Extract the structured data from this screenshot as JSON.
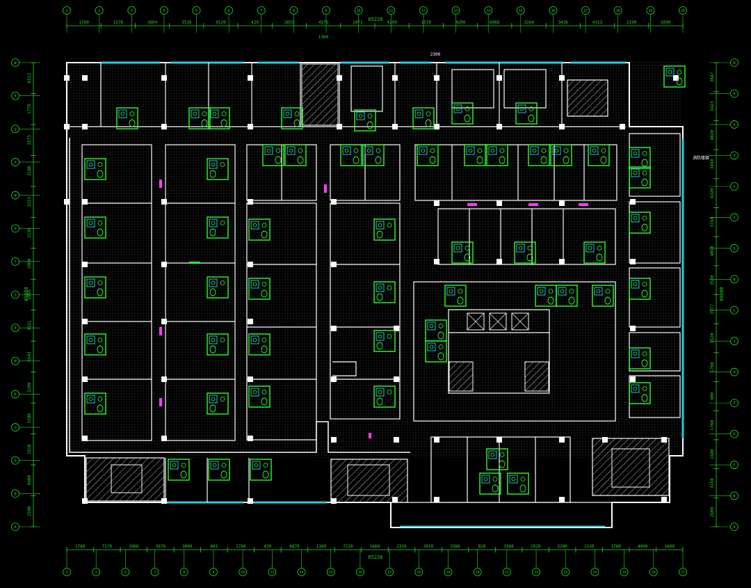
{
  "colors": {
    "background": "#000000",
    "wall": "#ffffff",
    "dimension": "#22d822",
    "grid_line": "#9a9a9a",
    "glass": "#19d3e6",
    "fixture": "#2fff2f",
    "fixture_alt": "#2fd0ff",
    "marker": "#ff3bff",
    "hatch": "#bfbfbf"
  },
  "top_axes": [
    "1",
    "2",
    "3",
    "4",
    "5",
    "6",
    "7",
    "8",
    "9",
    "10",
    "11",
    "12",
    "13",
    "14",
    "15",
    "16",
    "17",
    "18",
    "19",
    "20"
  ],
  "bottom_axes": [
    "1",
    "2",
    "5",
    "7",
    "8",
    "9",
    "10",
    "11",
    "14",
    "15",
    "16",
    "17",
    "18",
    "19",
    "20",
    "21",
    "22",
    "23",
    "24",
    "25",
    "26",
    "27"
  ],
  "left_axes": [
    "W",
    "R",
    "Q",
    "X",
    "W",
    "U",
    "T",
    "S",
    "P",
    "M",
    "K",
    "G",
    "E",
    "B",
    "A"
  ],
  "right_axes": [
    "W",
    "R",
    "Q",
    "P",
    "Y",
    "V",
    "S",
    "N",
    "L",
    "J",
    "H",
    "F",
    "D",
    "C",
    "B",
    "A"
  ],
  "top_overall": "65220",
  "bottom_overall": "65220",
  "left_overall": "49080",
  "right_overall": "49080",
  "top_dims": [
    "1760",
    "1570",
    "3604",
    "3526",
    "9120",
    "420",
    "3655",
    "4575",
    "1071",
    "4209",
    "1570",
    "4200",
    "6966",
    "3264",
    "3436",
    "4313",
    "2190",
    "5690"
  ],
  "top_extra_dim": "1360",
  "top_slab_dim": "2300",
  "bottom_dims": [
    "1760",
    "7170",
    "1960",
    "3070",
    "3009",
    "841",
    "1760",
    "420",
    "6870",
    "1360",
    "7220",
    "1660",
    "2310",
    "2910",
    "3360",
    "820",
    "3360",
    "2910",
    "3200",
    "2130",
    "1760",
    "4090",
    "1600"
  ],
  "left_dims": [
    "6312",
    "1778",
    "2575",
    "3180",
    "3315",
    "3150",
    "2960",
    "2865",
    "3151",
    "3543",
    "3200",
    "3300",
    "1910",
    "4900",
    "2500"
  ],
  "right_dims": [
    "3687",
    "3423",
    "4020",
    "3450",
    "6320",
    "3750",
    "4050",
    "3530",
    "3977",
    "1520",
    "1760",
    "900",
    "1760",
    "1580",
    "3150",
    "2500"
  ],
  "note_label": "消防楼梯"
}
